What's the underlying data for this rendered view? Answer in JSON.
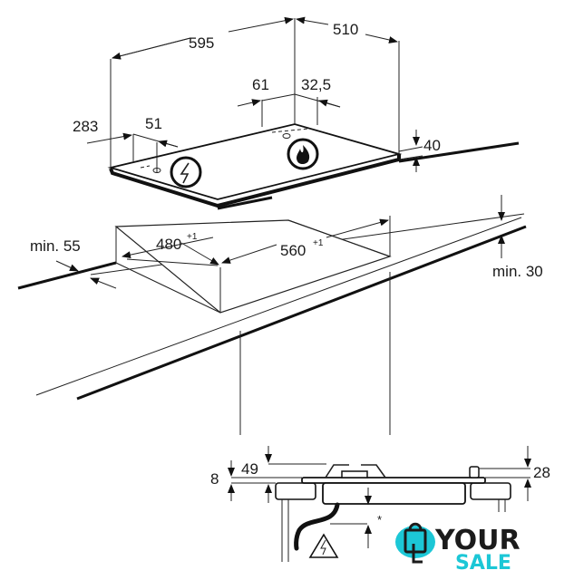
{
  "dimensions": {
    "width": "595",
    "depth": "510",
    "gas_offset_left": "61",
    "gas_offset_right": "32,5",
    "elec_offset_left": "283",
    "elec_offset_right": "51",
    "hob_height": "40",
    "cutout_depth": "480",
    "cutout_depth_tol": "+1",
    "cutout_width": "560",
    "cutout_width_tol": "+1",
    "min_front": "min. 55",
    "min_back": "min. 30",
    "side_thickness": "8",
    "pan_support_height": "49",
    "knob_height": "28",
    "clearance_note": "*"
  },
  "icons": [
    "electric-connection-icon",
    "gas-flame-icon",
    "electric-hazard-icon"
  ],
  "logo": {
    "line1": "YOUR",
    "line2": "SALE",
    "color_dark": "#1b1b1b",
    "color_accent": "#1cc7d6"
  }
}
